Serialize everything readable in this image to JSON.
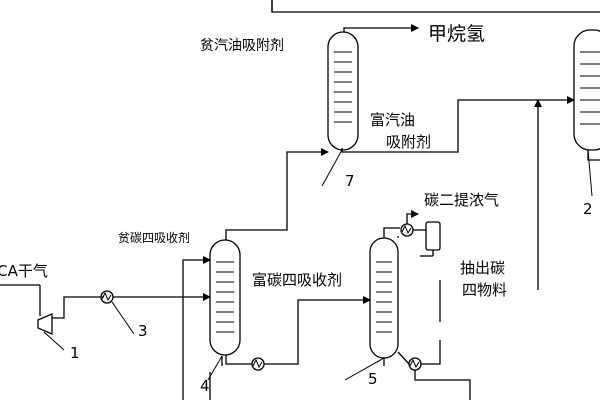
{
  "labels": {
    "fcc_dry_gas": "FCCA干气",
    "lean_gasoline_absorbent": "贫汽油吸附剂",
    "methane_hydrogen": "甲烷氢",
    "rich_gasoline_absorbent": [
      "富汽油",
      "吸附剂"
    ],
    "lean_c4_absorbent": "贫碳四吸收剂",
    "rich_c4_absorbent": "富碳四吸收剂",
    "c2_concentrate_gas": "碳二提浓气",
    "extract_c4_material": [
      "抽出碳",
      "四物料"
    ]
  },
  "callouts": [
    "1",
    "2",
    "3",
    "4",
    "5",
    "7"
  ]
}
